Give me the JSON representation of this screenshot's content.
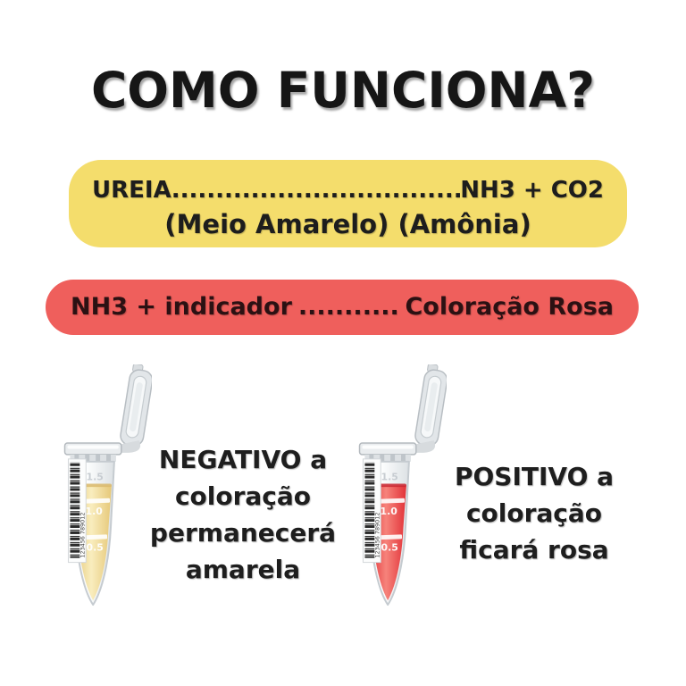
{
  "page": {
    "background": "#ffffff",
    "text_color": "#1d1d1d"
  },
  "title": {
    "text": "COMO FUNCIONA?"
  },
  "urea_banner": {
    "bg_color": "#F4DD6C",
    "left_text": "UREIA",
    "dots": "............................................................",
    "right_text": "NH3 + CO2",
    "subtitle": "(Meio Amarelo) (Amônia)"
  },
  "indicator_banner": {
    "bg_color": "#EF5F5C",
    "text_color": "#2b1113",
    "left_text": "NH3 + indicador",
    "dots": "..............................",
    "right_text": "Coloração Rosa"
  },
  "negative_result": {
    "lines": [
      "NEGATIVO a",
      "coloração",
      "permanecerá",
      "amarela"
    ],
    "tube": {
      "liquid_edge": "#E6C878",
      "liquid_center": "#F9EDBE",
      "meniscus": "#D9B96B",
      "marks": [
        "1.5",
        "1.0",
        "0.5"
      ],
      "barcode_text": "123456 789012"
    }
  },
  "positive_result": {
    "lines": [
      "POSITIVO a",
      "coloração",
      "ficará rosa"
    ],
    "tube": {
      "liquid_edge": "#E23238",
      "liquid_center": "#F6837B",
      "meniscus": "#C92630",
      "marks": [
        "1.5",
        "1.0",
        "0.5"
      ],
      "barcode_text": "123456 789012"
    }
  }
}
